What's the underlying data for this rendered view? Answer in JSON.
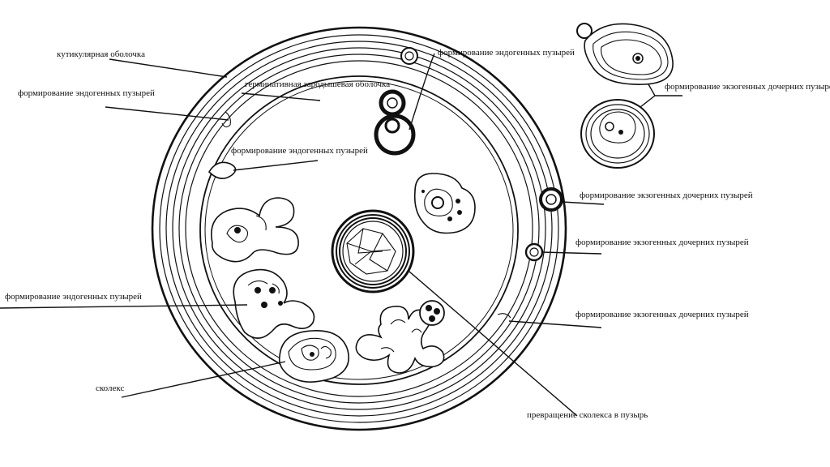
{
  "diagram": {
    "labels": {
      "cuticular": "кутикулярная оболочка",
      "germinal": "герминативная зародышевая оболочка",
      "endo_left_top": "формирование эндогенных пузырей",
      "endo_inner": "формирование эндогенных пузырей",
      "endo_top_right": "формирование эндогенных пузырей",
      "endo_left_bottom": "формирование эндогенных пузырей",
      "exo_top_right": "формирование экзогенных дочерних пузырей",
      "exo_right_1": "формирование экзогенных дочерних пузырей",
      "exo_right_2": "формирование экзогенных дочерних пузырей",
      "exo_right_3": "формирование экзогенных дочерних пузырей",
      "scolex": "сколекс",
      "transform": "превращение сколекса в пузырь"
    },
    "colors": {
      "ink": "#111111",
      "paper": "#ffffff"
    }
  }
}
